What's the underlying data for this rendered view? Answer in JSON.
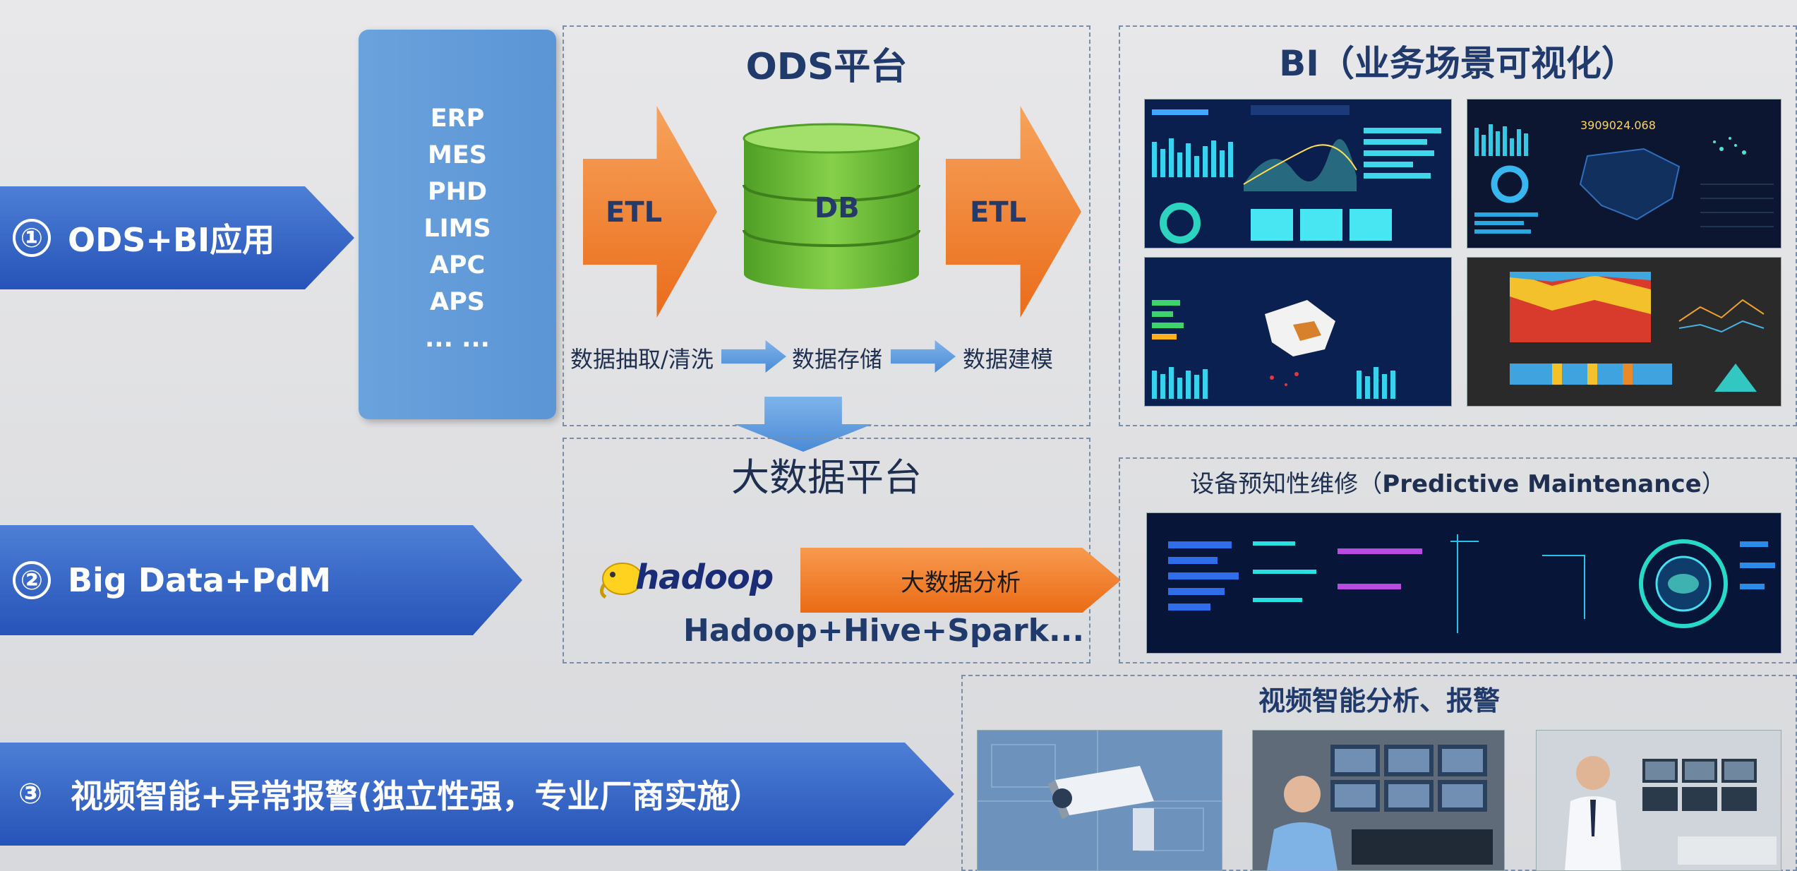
{
  "rows": [
    {
      "marker": "①",
      "label": "ODS+BI应用"
    },
    {
      "marker": "②",
      "label": "Big Data+PdM"
    },
    {
      "marker": "③",
      "label": "视频智能+异常报警(独立性强，专业厂商实施）"
    }
  ],
  "sources": [
    "ERP",
    "MES",
    "PHD",
    "LIMS",
    "APC",
    "APS",
    "... ..."
  ],
  "ods": {
    "title": "ODS平台",
    "etl_left": "ETL",
    "db": "DB",
    "etl_right": "ETL",
    "steps": [
      "数据抽取/清洗",
      "数据存储",
      "数据建模"
    ]
  },
  "bi": {
    "title": "BI（业务场景可视化）"
  },
  "bigdata": {
    "title": "大数据平台",
    "logo": "hadoop",
    "analysis": "大数据分析",
    "stack": "Hadoop+Hive+Spark..."
  },
  "pdm": {
    "title_cn": "设备预知性维修（",
    "title_en": "Predictive Maintenance",
    "title_end": "）"
  },
  "video": {
    "title": "视频智能分析、报警"
  },
  "colors": {
    "band": "#2f5fc2",
    "orange": "#ee7a2a",
    "green": "#6cbf3a",
    "navy": "#213a6c"
  }
}
